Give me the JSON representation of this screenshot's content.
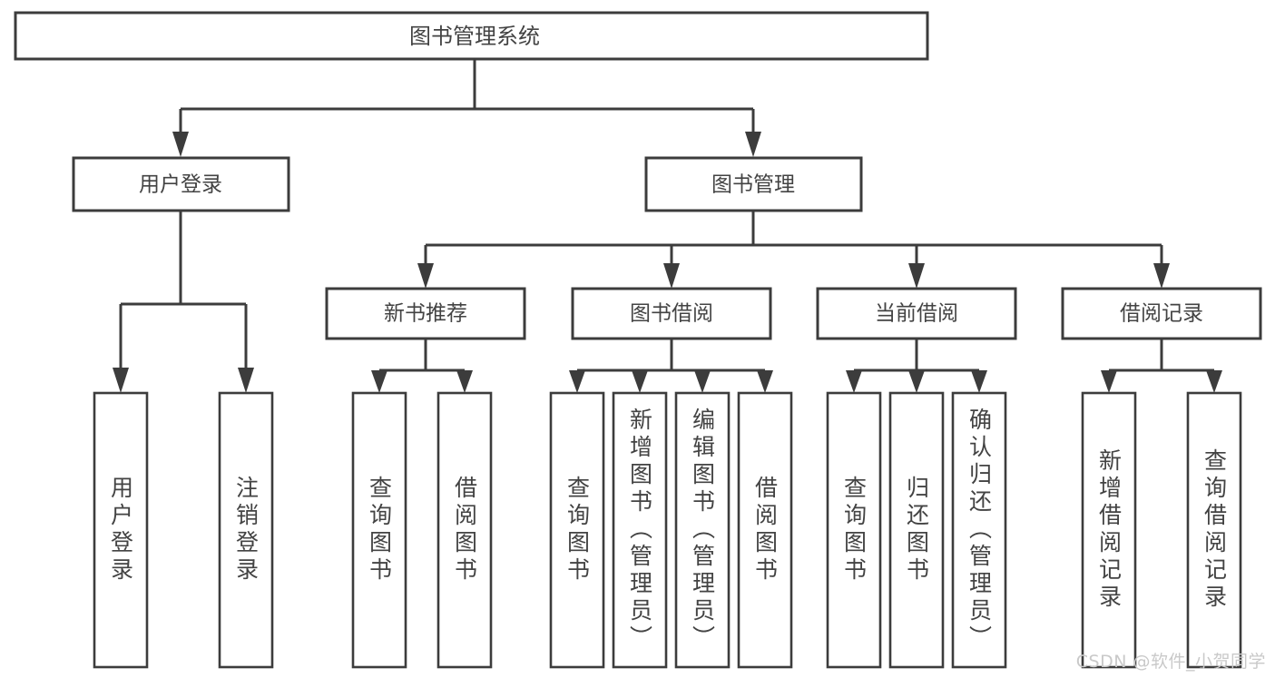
{
  "diagram": {
    "type": "tree",
    "title": "图书管理系统",
    "orientation": "top-down",
    "style": {
      "background": "#ffffff",
      "box_fill": "#ffffff",
      "box_stroke": "#3c3c3c",
      "text_color": "#434343",
      "watermark_color": "#c9c9c9"
    },
    "nodes": {
      "root": {
        "label": "图书管理系统"
      },
      "level2": [
        {
          "label": "用户登录"
        },
        {
          "label": "图书管理"
        }
      ],
      "level3": [
        {
          "label": "新书推荐"
        },
        {
          "label": "图书借阅"
        },
        {
          "label": "当前借阅"
        },
        {
          "label": "借阅记录"
        }
      ],
      "leaves": {
        "user_login": [
          {
            "label": "用户登录"
          },
          {
            "label": "注销登录"
          }
        ],
        "new_book_recommend": [
          {
            "label": "查询图书"
          },
          {
            "label": "借阅图书"
          }
        ],
        "book_borrow": [
          {
            "label": "查询图书"
          },
          {
            "label": "新增图书（管理员）"
          },
          {
            "label": "编辑图书（管理员）"
          },
          {
            "label": "借阅图书"
          }
        ],
        "current_borrow": [
          {
            "label": "查询图书"
          },
          {
            "label": "归还图书"
          },
          {
            "label": "确认归还（管理员）"
          }
        ],
        "borrow_record": [
          {
            "label": "新增借阅记录"
          },
          {
            "label": "查询借阅记录"
          }
        ]
      }
    },
    "watermark": "CSDN @软件_小贺同学"
  }
}
